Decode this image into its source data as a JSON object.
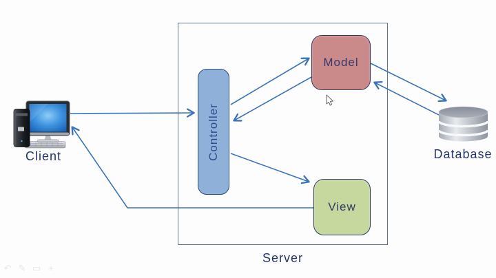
{
  "diagram": {
    "nodes": {
      "client": {
        "label": "Client",
        "icon": "desktop-computer-icon"
      },
      "server": {
        "label": "Server",
        "border_color": "#64748f"
      },
      "controller": {
        "label": "Controller",
        "fill": "#8fb0d9",
        "border_color": "#2c4a7e",
        "text_color": "#2d4e8e"
      },
      "model": {
        "label": "Model",
        "fill": "#cb8a8a",
        "border_color": "#35396a",
        "text_color": "#32386b"
      },
      "view": {
        "label": "View",
        "fill": "#c6d89e",
        "border_color": "#2e3c64",
        "text_color": "#2e3c64"
      },
      "database": {
        "label": "Database",
        "icon": "database-cylinder-icon"
      }
    },
    "edges": [
      {
        "from": "client",
        "to": "controller"
      },
      {
        "from": "controller",
        "to": "model"
      },
      {
        "from": "model",
        "to": "controller"
      },
      {
        "from": "controller",
        "to": "view"
      },
      {
        "from": "view",
        "to": "client"
      },
      {
        "from": "model",
        "to": "database"
      },
      {
        "from": "database",
        "to": "model"
      }
    ],
    "arrow_color": "#3b73ba",
    "label_color": "#24356e",
    "background": "#fdfdfd"
  },
  "overlay": {
    "cursor": "mouse-pointer",
    "toolbar_icons": [
      {
        "name": "undo-icon",
        "glyph": "↶"
      },
      {
        "name": "pen-icon",
        "glyph": "✎"
      },
      {
        "name": "eraser-icon",
        "glyph": "▭"
      },
      {
        "name": "pointer-icon",
        "glyph": "+"
      }
    ]
  }
}
